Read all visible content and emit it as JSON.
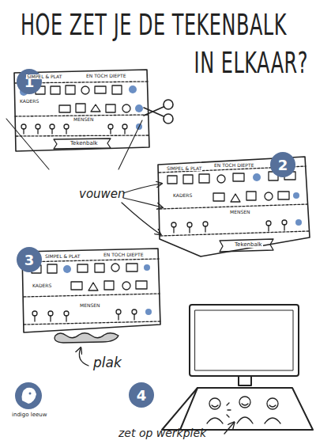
{
  "diagram": {
    "title": "HOE ZET JE DE TEKENBALK IN ELKAAR?",
    "nodes": [
      {
        "text": [
          "1"
        ]
      },
      {
        "text": [
          "2"
        ]
      },
      {
        "text": [
          "3"
        ]
      },
      {
        "text": [
          "4"
        ]
      }
    ],
    "labels": [
      "vouwen",
      "plak",
      "zet op werkplek",
      "indigo leeuw",
      "SIMPEL & PLAT",
      "EN TOCH DIEPTE",
      "KADERS",
      "MENSEN",
      "Tekenbalk",
      "SIMPEL & PLAT",
      "EN TOCH DIEPTE",
      "KADERS",
      "MENSEN",
      "Tekenbalk",
      "SIMPEL & PLAT",
      "EN TOCH DIEPTE",
      "KADERS",
      "MENSEN"
    ]
  }
}
